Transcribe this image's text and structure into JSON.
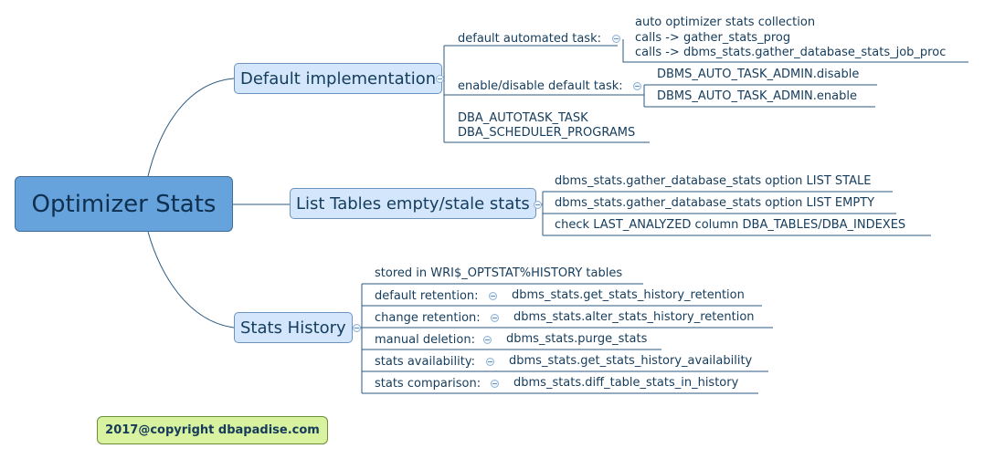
{
  "root": "Optimizer Stats",
  "branches": {
    "default_impl": {
      "label": "Default implementation",
      "automated_task": {
        "label": "default automated task:",
        "lines": [
          "auto optimizer stats collection",
          "calls -> gather_stats_prog",
          "calls -> dbms_stats.gather_database_stats_job_proc"
        ]
      },
      "enable_disable": {
        "label": "enable/disable default task:",
        "options": [
          "DBMS_AUTO_TASK_ADMIN.disable",
          "DBMS_AUTO_TASK_ADMIN.enable"
        ]
      },
      "views": [
        "DBA_AUTOTASK_TASK",
        "DBA_SCHEDULER_PROGRAMS"
      ]
    },
    "list_tables": {
      "label": "List Tables empty/stale stats",
      "items": [
        "dbms_stats.gather_database_stats option LIST STALE",
        "dbms_stats.gather_database_stats option LIST EMPTY",
        "check LAST_ANALYZED column DBA_TABLES/DBA_INDEXES"
      ]
    },
    "stats_history": {
      "label": "Stats History",
      "stored": "stored in WRI$_OPTSTAT%HISTORY tables",
      "items": [
        {
          "label": "default retention:",
          "value": "dbms_stats.get_stats_history_retention"
        },
        {
          "label": "change retention:",
          "value": "dbms_stats.alter_stats_history_retention"
        },
        {
          "label": "manual deletion:",
          "value": "dbms_stats.purge_stats"
        },
        {
          "label": "stats availability:",
          "value": "dbms_stats.get_stats_history_availability"
        },
        {
          "label": "stats comparison:",
          "value": "dbms_stats.diff_table_stats_in_history"
        }
      ]
    }
  },
  "copyright": "2017@copyright dbapadise.com",
  "colors": {
    "root_fill": "#66a3dc",
    "branch_fill": "#d4e6fb",
    "line": "#2b5a80",
    "copyright_fill": "#d8f2a0"
  }
}
